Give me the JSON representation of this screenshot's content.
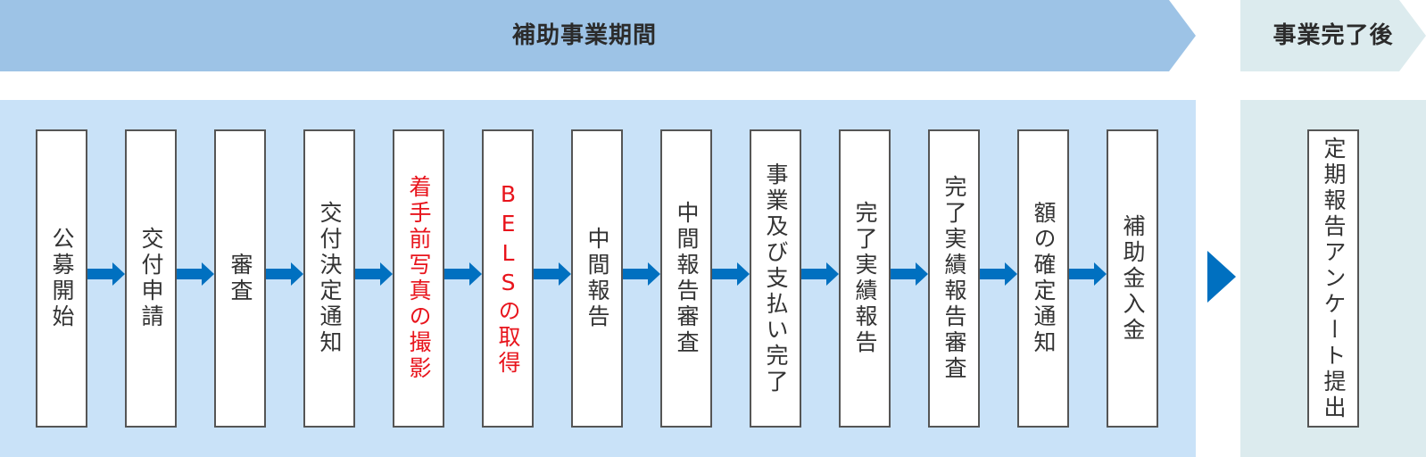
{
  "phases": {
    "main": "補助事業期間",
    "after": "事業完了後"
  },
  "steps": [
    "公募開始",
    "交付申請",
    "審査",
    "交付決定通知",
    "着手前写真の撮影",
    "BELSの取得",
    "中間報告",
    "中間報告審査",
    "事業及び支払い完了",
    "完了実績報告",
    "完了実績報告審査",
    "額の確定通知",
    "補助金入金"
  ],
  "post_steps": [
    "定期報告アンケート提出"
  ],
  "colors": {
    "banner_main": "#9dc3e6",
    "banner_after": "#dcebee",
    "panel_main": "#c9e2f8",
    "panel_after": "#dcebee",
    "arrow": "#0070c0",
    "highlight_text": "#e8141c",
    "normal_text": "#333333"
  },
  "highlighted_steps": [
    4,
    5
  ]
}
